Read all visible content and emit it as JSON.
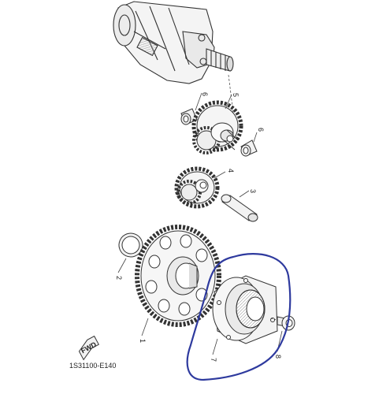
{
  "callouts": {
    "c1": "1",
    "c2": "2",
    "c3": "3",
    "c4": "4",
    "c5": "5",
    "c6a": "6",
    "c6b": "6",
    "c7": "7",
    "c8": "8"
  },
  "fwd_label": "FWD",
  "diagram_code": "1S31100-E140",
  "highlight_color": "#2e3a9e",
  "line_color": "#333333"
}
